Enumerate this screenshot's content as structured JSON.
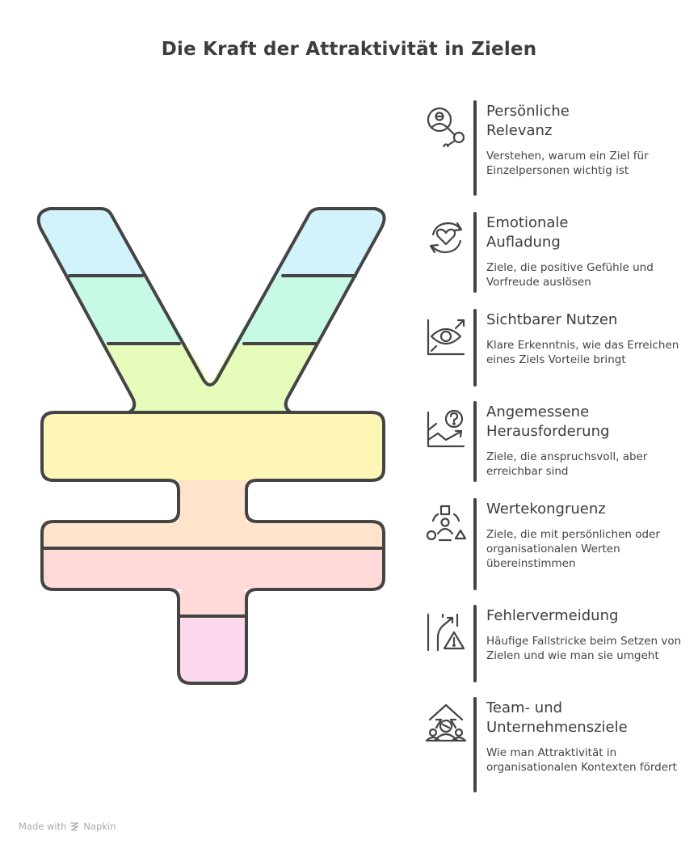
{
  "title": "Die Kraft der Attraktivität in Zielen",
  "colors": {
    "outline": "#444444",
    "band_1": "#d2f3fc",
    "band_2": "#c7f9e4",
    "band_3": "#e7fcbb",
    "band_4": "#fef6b6",
    "band_5": "#ffe3cb",
    "band_6": "#ffdad8",
    "band_7": "#fdd9ee"
  },
  "items": [
    {
      "icon": "user-network-icon",
      "heading": "Persönliche Relevanz",
      "heading_lines": [
        "Persönliche",
        "Relevanz"
      ],
      "desc": "Verstehen, warum ein Ziel für Einzelpersonen wichtig ist"
    },
    {
      "icon": "heart-cycle-icon",
      "heading": "Emotionale Aufladung",
      "heading_lines": [
        "Emotionale",
        "Aufladung"
      ],
      "desc": "Ziele, die positive Gefühle und Vorfreude auslösen"
    },
    {
      "icon": "eye-growth-icon",
      "heading": "Sichtbarer Nutzen",
      "heading_lines": [
        "Sichtbarer Nutzen"
      ],
      "desc": "Klare Erkenntnis, wie das Erreichen eines Ziels Vorteile bringt"
    },
    {
      "icon": "chart-question-icon",
      "heading": "Angemessene Herausforderung",
      "heading_lines": [
        "Angemessene",
        "Herausforderung"
      ],
      "desc": "Ziele, die anspruchsvoll, aber erreichbar sind"
    },
    {
      "icon": "values-shapes-icon",
      "heading": "Wertekongruenz",
      "heading_lines": [
        "Wertekongruenz"
      ],
      "desc": "Ziele, die mit persönlichen oder organisationalen Werten übereinstimmen"
    },
    {
      "icon": "road-warning-icon",
      "heading": "Fehlervermeidung",
      "heading_lines": [
        "Fehlervermeidung"
      ],
      "desc": "Häufige Fallstricke beim Setzen von Zielen und wie man sie umgeht"
    },
    {
      "icon": "team-growth-icon",
      "heading": "Team- und Unternehmensziele",
      "heading_lines": [
        "Team- und",
        "Unternehmensziele"
      ],
      "desc": "Wie man Attraktivität in organisationalen Kontexten fördert"
    }
  ],
  "footer": {
    "made_with": "Made with",
    "brand": "Napkin"
  }
}
